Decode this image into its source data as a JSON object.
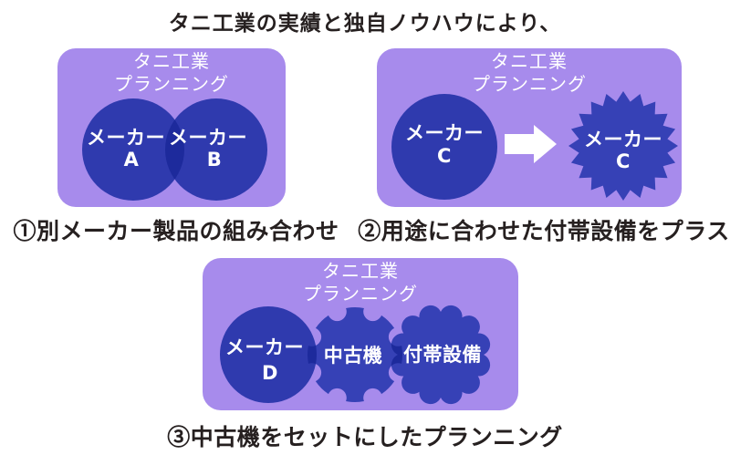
{
  "title": "タニ工業の実績と独自ノウハウにより、",
  "colors": {
    "panel_purple": "#a78bec",
    "shape_blue": "#2f3aae",
    "spiky_blue": "#3641b6",
    "overlap_blue": "#1d2a9c",
    "arrow_white": "#ffffff",
    "text_black": "#262020"
  },
  "company": {
    "line1": "タニ工業",
    "line2": "プランニング"
  },
  "panel1": {
    "maker_a": {
      "line1": "メーカー",
      "line2": "A"
    },
    "maker_b": {
      "line1": "メーカー",
      "line2": "B"
    },
    "caption": "①別メーカー製品の組み合わせ"
  },
  "panel2": {
    "maker_c_before": {
      "line1": "メーカー",
      "line2": "C"
    },
    "maker_c_after": {
      "line1": "メーカー",
      "line2": "C"
    },
    "caption": "②用途に合わせた付帯設備をプラス"
  },
  "panel3": {
    "maker_d": {
      "line1": "メーカー",
      "line2": "D"
    },
    "used_machine": "中古機",
    "equipment": "付帯設備",
    "caption": "③中古機をセットにしたプランニング"
  }
}
